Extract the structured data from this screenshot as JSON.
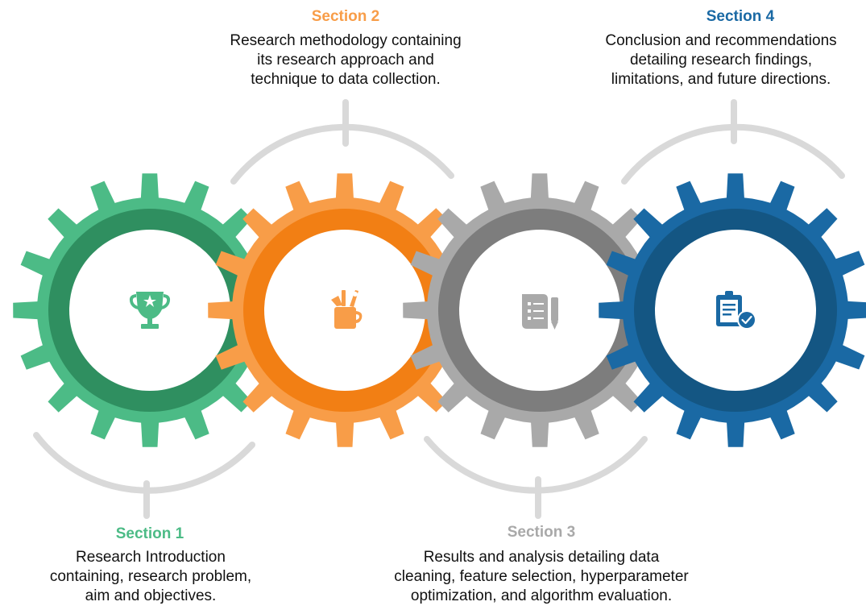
{
  "sections": [
    {
      "id": "s1",
      "title": "Section 1",
      "lines": [
        "Research Introduction",
        "containing, research problem,",
        "aim and objectives."
      ],
      "color": "#4cbb86",
      "dark": "#2f8f60",
      "icon": "trophy-icon"
    },
    {
      "id": "s2",
      "title": "Section 2",
      "lines": [
        "Research methodology containing",
        "its research approach and",
        "technique to data collection."
      ],
      "color": "#f89d48",
      "dark": "#f27f14",
      "icon": "pencil-cup-icon"
    },
    {
      "id": "s3",
      "title": "Section 3",
      "lines": [
        "Results and analysis detailing data",
        "cleaning, feature selection, hyperparameter",
        "optimization, and algorithm evaluation."
      ],
      "color": "#a9a9a9",
      "dark": "#7d7d7d",
      "icon": "report-pen-icon"
    },
    {
      "id": "s4",
      "title": "Section 4",
      "lines": [
        "Conclusion and recommendations",
        "detailing research findings,",
        "limitations, and future directions."
      ],
      "color": "#1a69a4",
      "dark": "#145683",
      "icon": "clipboard-check-icon"
    }
  ],
  "connector_color": "#d9d9d9"
}
